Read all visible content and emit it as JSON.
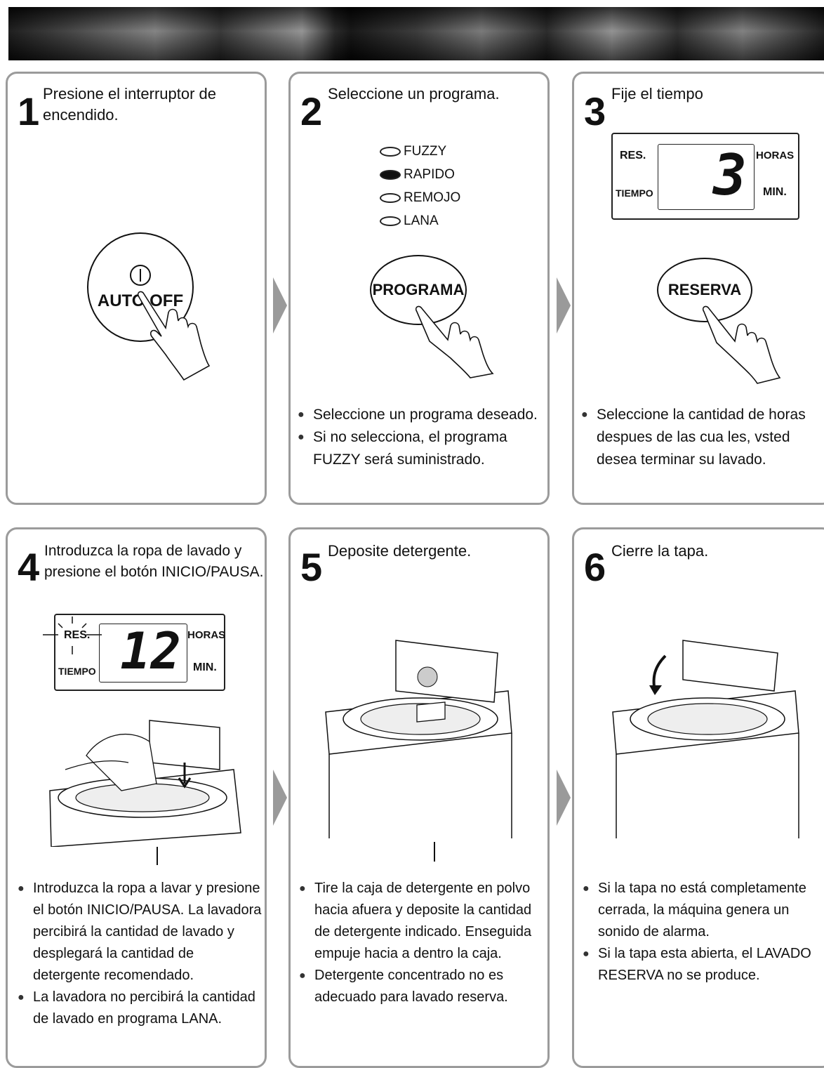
{
  "steps": [
    {
      "number": "1",
      "heading": "Presione el interruptor de encendido.",
      "button": "AUTO OFF",
      "power_symbol": "power-icon"
    },
    {
      "number": "2",
      "heading": "Seleccione un programa.",
      "options": [
        {
          "label": "FUZZY",
          "selected": false
        },
        {
          "label": "RAPIDO",
          "selected": true
        },
        {
          "label": "REMOJO",
          "selected": false
        },
        {
          "label": "LANA",
          "selected": false
        }
      ],
      "button": "PROGRAMA",
      "bullets": [
        "Seleccione un programa deseado.",
        "Si no selecciona, el programa FUZZY será suministrado."
      ]
    },
    {
      "number": "3",
      "heading": "Fije el tiempo",
      "display": {
        "res": "RES.",
        "tiempo": "TIEMPO",
        "horas": "HORAS",
        "min": "MIN.",
        "value": "3"
      },
      "button": "RESERVA",
      "bullets": [
        "Seleccione la cantidad de horas despues de las cua les, vsted desea terminar su lavado."
      ]
    },
    {
      "number": "4",
      "heading": "Introduzca la ropa de lavado y presione el botón INICIO/PAUSA.",
      "display": {
        "res": "RES.",
        "tiempo": "TIEMPO",
        "horas": "HORAS",
        "min": "MIN.",
        "value": "12"
      },
      "bullets": [
        "Introduzca la ropa a lavar y presione el botón INICIO/PAUSA. La lavadora percibirá la cantidad de lavado y desplegará la cantidad de detergente recomendado.",
        "La lavadora no percibirá la cantidad de lavado en programa LANA."
      ]
    },
    {
      "number": "5",
      "heading": "Deposite detergente.",
      "bullets": [
        "Tire la caja de detergente en polvo hacia afuera y deposite la cantidad de detergente indicado. Enseguida empuje hacia a dentro la caja.",
        "Detergente concentrado no es adecuado para lavado reserva."
      ]
    },
    {
      "number": "6",
      "heading": "Cierre la tapa.",
      "bullets": [
        "Si la tapa no está completamente cerrada, la máquina genera un sonido de alarma.",
        "Si la tapa esta abierta, el LAVADO RESERVA no se produce."
      ]
    }
  ]
}
